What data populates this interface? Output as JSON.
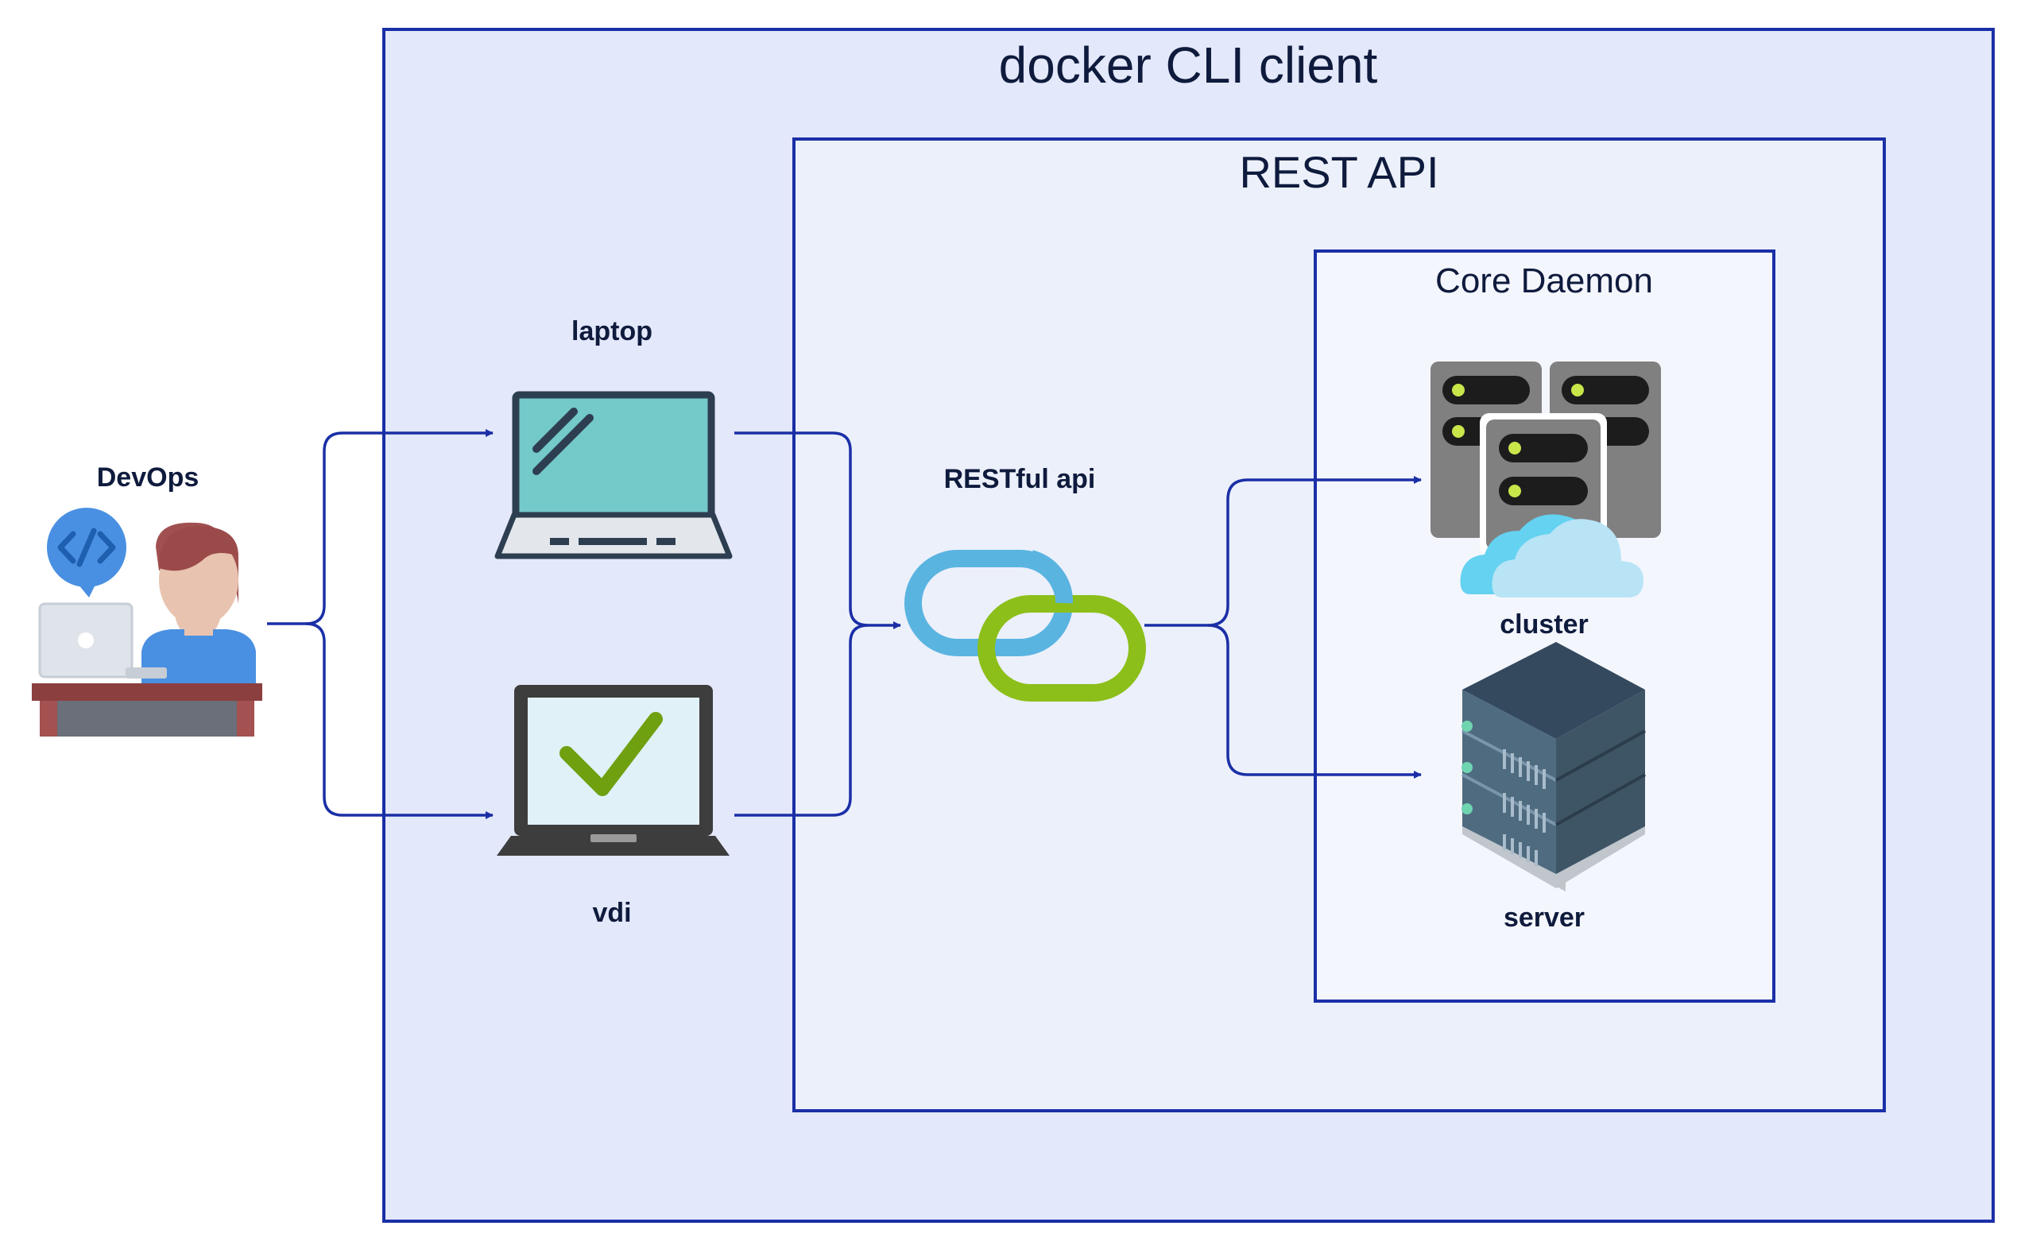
{
  "containers": {
    "client": {
      "title": "docker CLI client"
    },
    "api": {
      "title": "REST API"
    },
    "daemon": {
      "title": "Core Daemon"
    }
  },
  "nodes": {
    "devops": {
      "label": "DevOps",
      "icon": "developer-at-desk-icon"
    },
    "laptop": {
      "label": "laptop",
      "icon": "laptop-icon"
    },
    "vdi": {
      "label": "vdi",
      "icon": "vdi-checkmark-laptop-icon"
    },
    "restful": {
      "label": "RESTful api",
      "icon": "chain-link-icon"
    },
    "cluster": {
      "label": "cluster",
      "icon": "server-cluster-cloud-icon"
    },
    "server": {
      "label": "server",
      "icon": "server-rack-icon"
    }
  },
  "edges": [
    {
      "from": "devops",
      "to": "laptop"
    },
    {
      "from": "devops",
      "to": "vdi"
    },
    {
      "from": "laptop",
      "to": "restful"
    },
    {
      "from": "vdi",
      "to": "restful"
    },
    {
      "from": "restful",
      "to": "cluster"
    },
    {
      "from": "restful",
      "to": "server"
    }
  ],
  "colors": {
    "border": "#1a2fa6",
    "client_fill": "#e3e8fa",
    "api_fill": "#ecf0fb",
    "daemon_fill": "#f4f6fd",
    "text": "#0f1b3d",
    "link_blue": "#5ab4e0",
    "link_green": "#8cbf1a"
  }
}
